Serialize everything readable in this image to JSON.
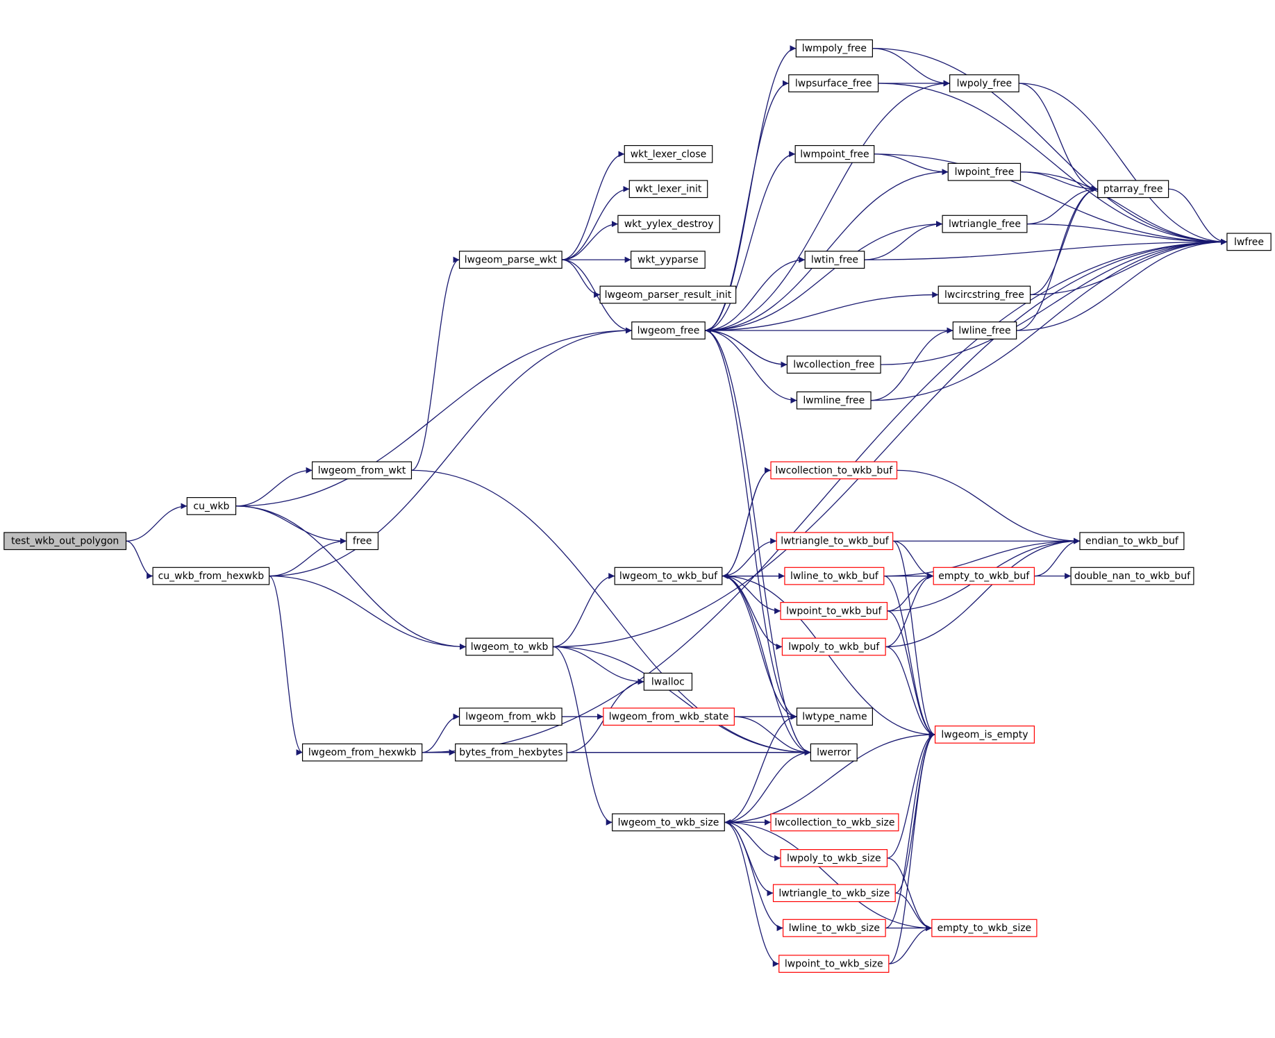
{
  "nodes": [
    {
      "id": "test_wkb_out_polygon",
      "label": "test_wkb_out_polygon",
      "style": "root"
    },
    {
      "id": "cu_wkb",
      "label": "cu_wkb"
    },
    {
      "id": "cu_wkb_from_hexwkb",
      "label": "cu_wkb_from_hexwkb"
    },
    {
      "id": "free",
      "label": "free"
    },
    {
      "id": "lwgeom_from_wkt",
      "label": "lwgeom_from_wkt"
    },
    {
      "id": "lwgeom_parse_wkt",
      "label": "lwgeom_parse_wkt"
    },
    {
      "id": "wkt_lexer_close",
      "label": "wkt_lexer_close"
    },
    {
      "id": "wkt_lexer_init",
      "label": "wkt_lexer_init"
    },
    {
      "id": "wkt_yylex_destroy",
      "label": "wkt_yylex_destroy"
    },
    {
      "id": "wkt_yyparse",
      "label": "wkt_yyparse"
    },
    {
      "id": "lwgeom_parser_result_init",
      "label": "lwgeom_parser_result_init"
    },
    {
      "id": "lwgeom_free",
      "label": "lwgeom_free"
    },
    {
      "id": "lwmpoly_free",
      "label": "lwmpoly_free"
    },
    {
      "id": "lwpsurface_free",
      "label": "lwpsurface_free"
    },
    {
      "id": "lwpoly_free",
      "label": "lwpoly_free"
    },
    {
      "id": "lwmpoint_free",
      "label": "lwmpoint_free"
    },
    {
      "id": "lwpoint_free",
      "label": "lwpoint_free"
    },
    {
      "id": "ptarray_free",
      "label": "ptarray_free"
    },
    {
      "id": "lwtriangle_free",
      "label": "lwtriangle_free"
    },
    {
      "id": "lwtin_free",
      "label": "lwtin_free"
    },
    {
      "id": "lwcircstring_free",
      "label": "lwcircstring_free"
    },
    {
      "id": "lwline_free",
      "label": "lwline_free"
    },
    {
      "id": "lwcollection_free",
      "label": "lwcollection_free"
    },
    {
      "id": "lwmline_free",
      "label": "lwmline_free"
    },
    {
      "id": "lwfree",
      "label": "lwfree"
    },
    {
      "id": "lwgeom_to_wkb",
      "label": "lwgeom_to_wkb"
    },
    {
      "id": "lwgeom_to_wkb_buf",
      "label": "lwgeom_to_wkb_buf"
    },
    {
      "id": "lwcollection_to_wkb_buf",
      "label": "lwcollection_to_wkb_buf",
      "style": "red"
    },
    {
      "id": "lwtriangle_to_wkb_buf",
      "label": "lwtriangle_to_wkb_buf",
      "style": "red"
    },
    {
      "id": "lwline_to_wkb_buf",
      "label": "lwline_to_wkb_buf",
      "style": "red"
    },
    {
      "id": "lwpoint_to_wkb_buf",
      "label": "lwpoint_to_wkb_buf",
      "style": "red"
    },
    {
      "id": "lwpoly_to_wkb_buf",
      "label": "lwpoly_to_wkb_buf",
      "style": "red"
    },
    {
      "id": "empty_to_wkb_buf",
      "label": "empty_to_wkb_buf",
      "style": "red"
    },
    {
      "id": "endian_to_wkb_buf",
      "label": "endian_to_wkb_buf"
    },
    {
      "id": "double_nan_to_wkb_buf",
      "label": "double_nan_to_wkb_buf"
    },
    {
      "id": "lwalloc",
      "label": "lwalloc"
    },
    {
      "id": "lwtype_name",
      "label": "lwtype_name"
    },
    {
      "id": "lwgeom_is_empty",
      "label": "lwgeom_is_empty",
      "style": "red"
    },
    {
      "id": "lwerror",
      "label": "lwerror"
    },
    {
      "id": "lwgeom_from_hexwkb",
      "label": "lwgeom_from_hexwkb"
    },
    {
      "id": "lwgeom_from_wkb",
      "label": "lwgeom_from_wkb"
    },
    {
      "id": "lwgeom_from_wkb_state",
      "label": "lwgeom_from_wkb_state",
      "style": "red"
    },
    {
      "id": "bytes_from_hexbytes",
      "label": "bytes_from_hexbytes"
    },
    {
      "id": "lwgeom_to_wkb_size",
      "label": "lwgeom_to_wkb_size"
    },
    {
      "id": "lwcollection_to_wkb_size",
      "label": "lwcollection_to_wkb_size",
      "style": "red"
    },
    {
      "id": "lwpoly_to_wkb_size",
      "label": "lwpoly_to_wkb_size",
      "style": "red"
    },
    {
      "id": "lwtriangle_to_wkb_size",
      "label": "lwtriangle_to_wkb_size",
      "style": "red"
    },
    {
      "id": "lwline_to_wkb_size",
      "label": "lwline_to_wkb_size",
      "style": "red"
    },
    {
      "id": "lwpoint_to_wkb_size",
      "label": "lwpoint_to_wkb_size",
      "style": "red"
    },
    {
      "id": "empty_to_wkb_size",
      "label": "empty_to_wkb_size",
      "style": "red"
    }
  ],
  "edges": [
    [
      "test_wkb_out_polygon",
      "cu_wkb"
    ],
    [
      "test_wkb_out_polygon",
      "cu_wkb_from_hexwkb"
    ],
    [
      "cu_wkb",
      "lwgeom_from_wkt"
    ],
    [
      "cu_wkb",
      "free"
    ],
    [
      "cu_wkb",
      "lwgeom_free"
    ],
    [
      "cu_wkb",
      "lwgeom_to_wkb"
    ],
    [
      "cu_wkb_from_hexwkb",
      "free"
    ],
    [
      "cu_wkb_from_hexwkb",
      "lwgeom_free"
    ],
    [
      "cu_wkb_from_hexwkb",
      "lwgeom_to_wkb"
    ],
    [
      "cu_wkb_from_hexwkb",
      "lwgeom_from_hexwkb"
    ],
    [
      "lwgeom_from_wkt",
      "lwgeom_parse_wkt"
    ],
    [
      "lwgeom_from_wkt",
      "lwerror"
    ],
    [
      "lwgeom_parse_wkt",
      "wkt_lexer_close"
    ],
    [
      "lwgeom_parse_wkt",
      "wkt_lexer_init"
    ],
    [
      "lwgeom_parse_wkt",
      "wkt_yylex_destroy"
    ],
    [
      "lwgeom_parse_wkt",
      "wkt_yyparse"
    ],
    [
      "lwgeom_parse_wkt",
      "lwgeom_parser_result_init"
    ],
    [
      "lwgeom_parse_wkt",
      "lwgeom_free"
    ],
    [
      "lwgeom_free",
      "lwmpoly_free"
    ],
    [
      "lwgeom_free",
      "lwpsurface_free"
    ],
    [
      "lwgeom_free",
      "lwpoly_free"
    ],
    [
      "lwgeom_free",
      "lwmpoint_free"
    ],
    [
      "lwgeom_free",
      "lwpoint_free"
    ],
    [
      "lwgeom_free",
      "lwtriangle_free"
    ],
    [
      "lwgeom_free",
      "lwtin_free"
    ],
    [
      "lwgeom_free",
      "lwcircstring_free"
    ],
    [
      "lwgeom_free",
      "lwline_free"
    ],
    [
      "lwgeom_free",
      "lwcollection_free"
    ],
    [
      "lwgeom_free",
      "lwmline_free"
    ],
    [
      "lwgeom_free",
      "lwtype_name"
    ],
    [
      "lwgeom_free",
      "lwerror"
    ],
    [
      "lwmpoly_free",
      "lwpoly_free"
    ],
    [
      "lwmpoly_free",
      "lwfree"
    ],
    [
      "lwpsurface_free",
      "lwpoly_free"
    ],
    [
      "lwpsurface_free",
      "lwfree"
    ],
    [
      "lwpoly_free",
      "ptarray_free"
    ],
    [
      "lwpoly_free",
      "lwfree"
    ],
    [
      "lwmpoint_free",
      "lwpoint_free"
    ],
    [
      "lwmpoint_free",
      "lwfree"
    ],
    [
      "lwpoint_free",
      "ptarray_free"
    ],
    [
      "lwpoint_free",
      "lwfree"
    ],
    [
      "ptarray_free",
      "lwfree"
    ],
    [
      "lwtriangle_free",
      "ptarray_free"
    ],
    [
      "lwtriangle_free",
      "lwfree"
    ],
    [
      "lwtin_free",
      "lwtriangle_free"
    ],
    [
      "lwtin_free",
      "lwfree"
    ],
    [
      "lwcircstring_free",
      "ptarray_free"
    ],
    [
      "lwcircstring_free",
      "lwfree"
    ],
    [
      "lwline_free",
      "ptarray_free"
    ],
    [
      "lwline_free",
      "lwfree"
    ],
    [
      "lwcollection_free",
      "lwgeom_free"
    ],
    [
      "lwcollection_free",
      "lwfree"
    ],
    [
      "lwmline_free",
      "lwline_free"
    ],
    [
      "lwmline_free",
      "lwfree"
    ],
    [
      "lwgeom_to_wkb",
      "lwgeom_to_wkb_buf"
    ],
    [
      "lwgeom_to_wkb",
      "lwalloc"
    ],
    [
      "lwgeom_to_wkb",
      "lwerror"
    ],
    [
      "lwgeom_to_wkb",
      "lwgeom_to_wkb_size"
    ],
    [
      "lwgeom_to_wkb",
      "lwfree"
    ],
    [
      "lwgeom_to_wkb_buf",
      "lwcollection_to_wkb_buf"
    ],
    [
      "lwgeom_to_wkb_buf",
      "lwtriangle_to_wkb_buf"
    ],
    [
      "lwgeom_to_wkb_buf",
      "lwline_to_wkb_buf"
    ],
    [
      "lwgeom_to_wkb_buf",
      "lwpoint_to_wkb_buf"
    ],
    [
      "lwgeom_to_wkb_buf",
      "lwpoly_to_wkb_buf"
    ],
    [
      "lwgeom_to_wkb_buf",
      "empty_to_wkb_buf"
    ],
    [
      "lwgeom_to_wkb_buf",
      "lwgeom_is_empty"
    ],
    [
      "lwgeom_to_wkb_buf",
      "lwtype_name"
    ],
    [
      "lwgeom_to_wkb_buf",
      "lwerror"
    ],
    [
      "lwcollection_to_wkb_buf",
      "lwgeom_to_wkb_buf"
    ],
    [
      "lwcollection_to_wkb_buf",
      "endian_to_wkb_buf"
    ],
    [
      "lwtriangle_to_wkb_buf",
      "endian_to_wkb_buf"
    ],
    [
      "lwtriangle_to_wkb_buf",
      "empty_to_wkb_buf"
    ],
    [
      "lwtriangle_to_wkb_buf",
      "lwgeom_is_empty"
    ],
    [
      "lwline_to_wkb_buf",
      "empty_to_wkb_buf"
    ],
    [
      "lwline_to_wkb_buf",
      "lwgeom_is_empty"
    ],
    [
      "lwline_to_wkb_buf",
      "endian_to_wkb_buf"
    ],
    [
      "lwpoint_to_wkb_buf",
      "empty_to_wkb_buf"
    ],
    [
      "lwpoint_to_wkb_buf",
      "endian_to_wkb_buf"
    ],
    [
      "lwpoint_to_wkb_buf",
      "lwgeom_is_empty"
    ],
    [
      "lwpoly_to_wkb_buf",
      "empty_to_wkb_buf"
    ],
    [
      "lwpoly_to_wkb_buf",
      "endian_to_wkb_buf"
    ],
    [
      "lwpoly_to_wkb_buf",
      "lwgeom_is_empty"
    ],
    [
      "empty_to_wkb_buf",
      "endian_to_wkb_buf"
    ],
    [
      "empty_to_wkb_buf",
      "double_nan_to_wkb_buf"
    ],
    [
      "lwgeom_from_hexwkb",
      "lwgeom_from_wkb"
    ],
    [
      "lwgeom_from_hexwkb",
      "bytes_from_hexbytes"
    ],
    [
      "lwgeom_from_hexwkb",
      "lwerror"
    ],
    [
      "lwgeom_from_hexwkb",
      "lwfree"
    ],
    [
      "lwgeom_from_wkb",
      "lwgeom_from_wkb_state"
    ],
    [
      "lwgeom_from_wkb_state",
      "lwtype_name"
    ],
    [
      "lwgeom_from_wkb_state",
      "lwerror"
    ],
    [
      "bytes_from_hexbytes",
      "lwalloc"
    ],
    [
      "bytes_from_hexbytes",
      "lwerror"
    ],
    [
      "lwgeom_to_wkb_size",
      "lwcollection_to_wkb_size"
    ],
    [
      "lwgeom_to_wkb_size",
      "lwpoly_to_wkb_size"
    ],
    [
      "lwgeom_to_wkb_size",
      "lwtriangle_to_wkb_size"
    ],
    [
      "lwgeom_to_wkb_size",
      "lwline_to_wkb_size"
    ],
    [
      "lwgeom_to_wkb_size",
      "lwpoint_to_wkb_size"
    ],
    [
      "lwgeom_to_wkb_size",
      "empty_to_wkb_size"
    ],
    [
      "lwgeom_to_wkb_size",
      "lwgeom_is_empty"
    ],
    [
      "lwgeom_to_wkb_size",
      "lwtype_name"
    ],
    [
      "lwgeom_to_wkb_size",
      "lwerror"
    ],
    [
      "lwcollection_to_wkb_size",
      "lwgeom_to_wkb_size"
    ],
    [
      "lwpoly_to_wkb_size",
      "lwgeom_is_empty"
    ],
    [
      "lwpoly_to_wkb_size",
      "empty_to_wkb_size"
    ],
    [
      "lwtriangle_to_wkb_size",
      "lwgeom_is_empty"
    ],
    [
      "lwtriangle_to_wkb_size",
      "empty_to_wkb_size"
    ],
    [
      "lwline_to_wkb_size",
      "lwgeom_is_empty"
    ],
    [
      "lwline_to_wkb_size",
      "empty_to_wkb_size"
    ],
    [
      "lwpoint_to_wkb_size",
      "lwgeom_is_empty"
    ],
    [
      "lwpoint_to_wkb_size",
      "empty_to_wkb_size"
    ]
  ]
}
